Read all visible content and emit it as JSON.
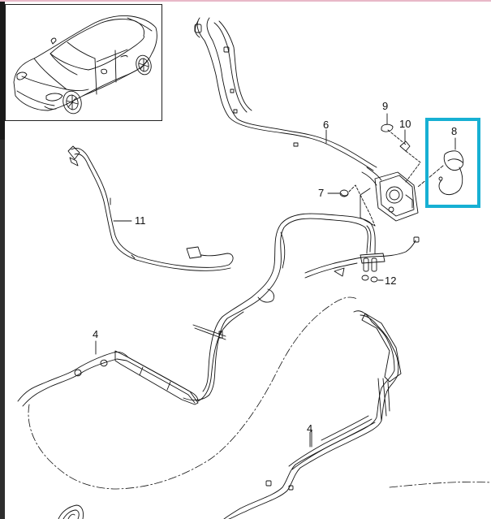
{
  "diagram": {
    "type": "exploded parts diagram",
    "subject": "fuel / vent line assembly",
    "thumbnail": {
      "description": "vehicle overview illustration (4-door sports sedan, isometric line drawing)"
    },
    "highlight": {
      "target_callout": "8",
      "color": "#17b0d3"
    },
    "callouts": [
      {
        "id": "c4a",
        "label": "4"
      },
      {
        "id": "c4b",
        "label": "4"
      },
      {
        "id": "c6",
        "label": "6"
      },
      {
        "id": "c7",
        "label": "7"
      },
      {
        "id": "c8",
        "label": "8"
      },
      {
        "id": "c9",
        "label": "9"
      },
      {
        "id": "c10",
        "label": "10"
      },
      {
        "id": "c11",
        "label": "11"
      },
      {
        "id": "c12",
        "label": "12"
      }
    ]
  },
  "colors": {
    "line": "#111111",
    "highlight": "#17b0d3",
    "top_bar": "#e8b8c8",
    "left_strip": "#2e2e2e"
  }
}
